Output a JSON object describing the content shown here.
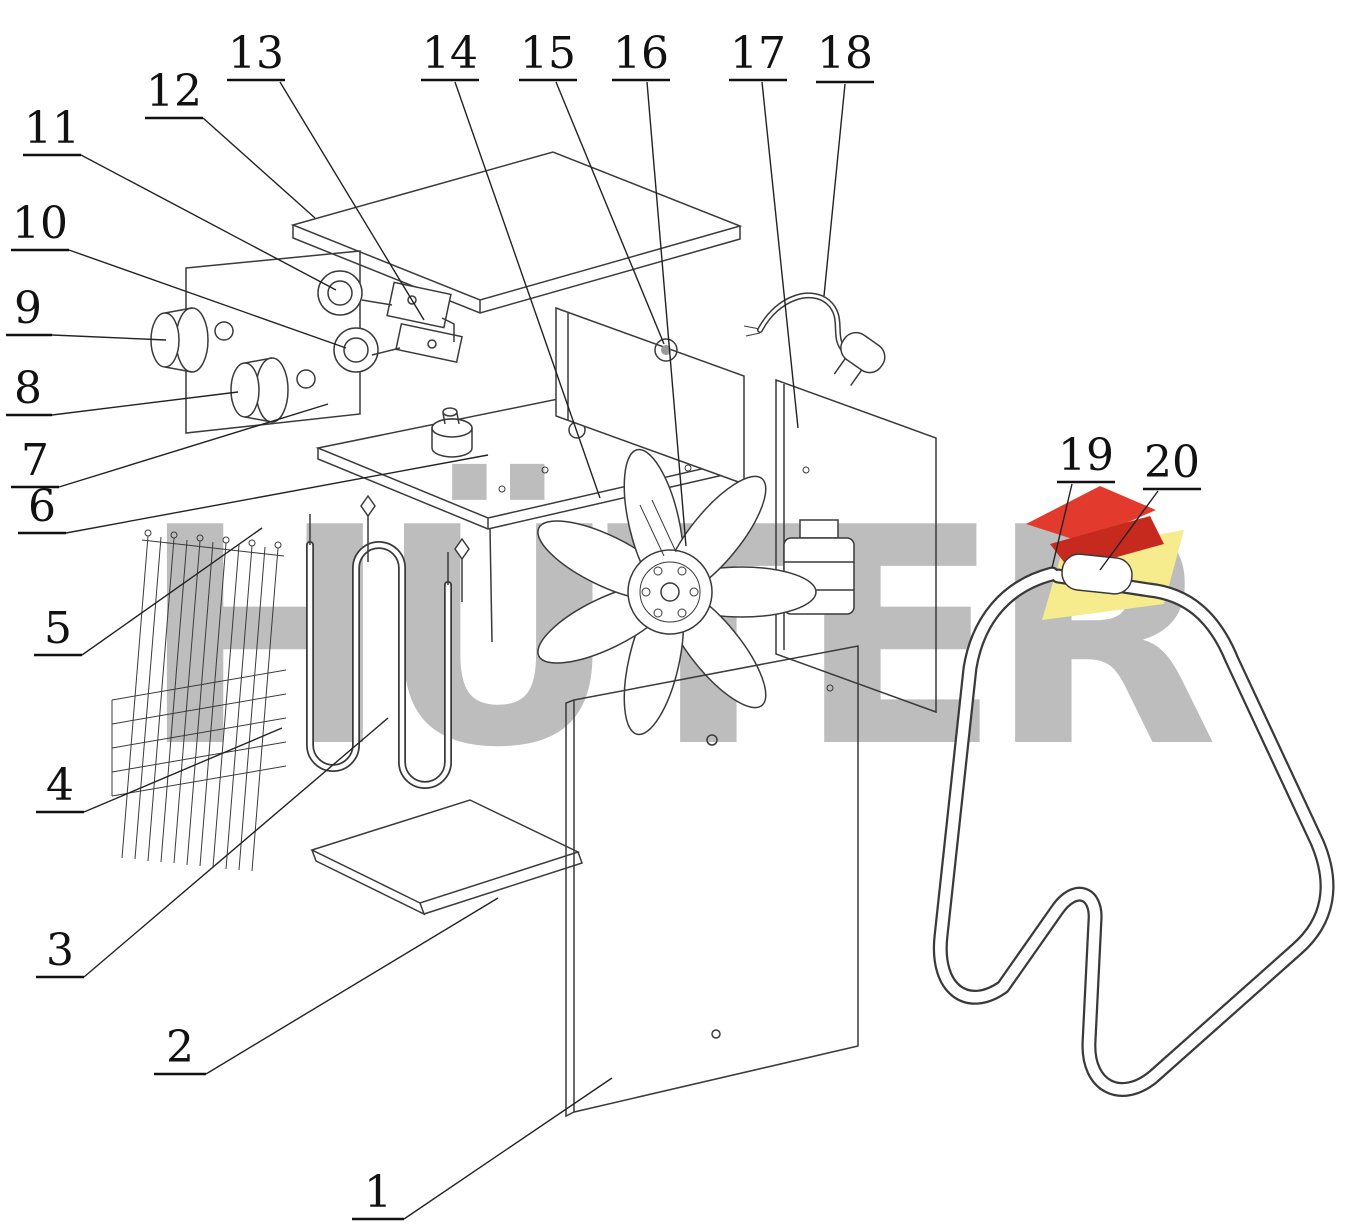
{
  "watermark": {
    "text": "HÜTER"
  },
  "labels": [
    "1",
    "2",
    "3",
    "4",
    "5",
    "6",
    "7",
    "8",
    "9",
    "10",
    "11",
    "12",
    "13",
    "14",
    "15",
    "16",
    "17",
    "18",
    "19",
    "20"
  ],
  "colors": {
    "line": "#3a3a3a",
    "label_text": "#111111",
    "watermark_gray": "#bdbdbd",
    "logo_red": "#e23b2e",
    "logo_red_dark": "#c62a1f",
    "logo_yellow": "#f6ec8d",
    "background": "#ffffff"
  }
}
